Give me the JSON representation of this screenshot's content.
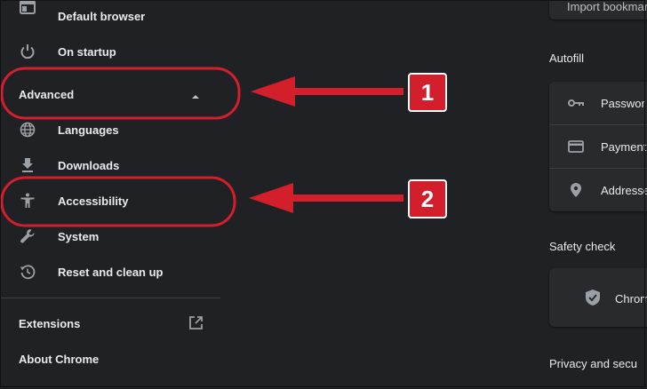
{
  "sidebar": {
    "items": [
      {
        "label": "Default browser",
        "icon": "browser-window-icon"
      },
      {
        "label": "On startup",
        "icon": "power-icon"
      }
    ],
    "advanced": {
      "label": "Advanced",
      "icon": "caret-up-icon"
    },
    "advanced_items": [
      {
        "label": "Languages",
        "icon": "globe-icon"
      },
      {
        "label": "Downloads",
        "icon": "download-icon"
      },
      {
        "label": "Accessibility",
        "icon": "accessibility-icon"
      },
      {
        "label": "System",
        "icon": "wrench-icon"
      },
      {
        "label": "Reset and clean up",
        "icon": "history-icon"
      }
    ],
    "extensions": {
      "label": "Extensions",
      "icon": "open-in-new-icon"
    },
    "about": {
      "label": "About Chrome"
    }
  },
  "content": {
    "top_card": {
      "label": "Import bookmark"
    },
    "autofill": {
      "title": "Autofill",
      "rows": [
        {
          "label": "Passwor",
          "icon": "key-icon"
        },
        {
          "label": "Payment",
          "icon": "credit-card-icon"
        },
        {
          "label": "Addresse",
          "icon": "location-pin-icon"
        }
      ]
    },
    "safety_check": {
      "title": "Safety check",
      "row": {
        "label": "Chrome c",
        "icon": "shield-check-icon"
      }
    },
    "privacy": {
      "title": "Privacy and secu"
    }
  },
  "annotations": {
    "badge_1": "1",
    "badge_2": "2",
    "highlight_color": "#d31f2c"
  }
}
